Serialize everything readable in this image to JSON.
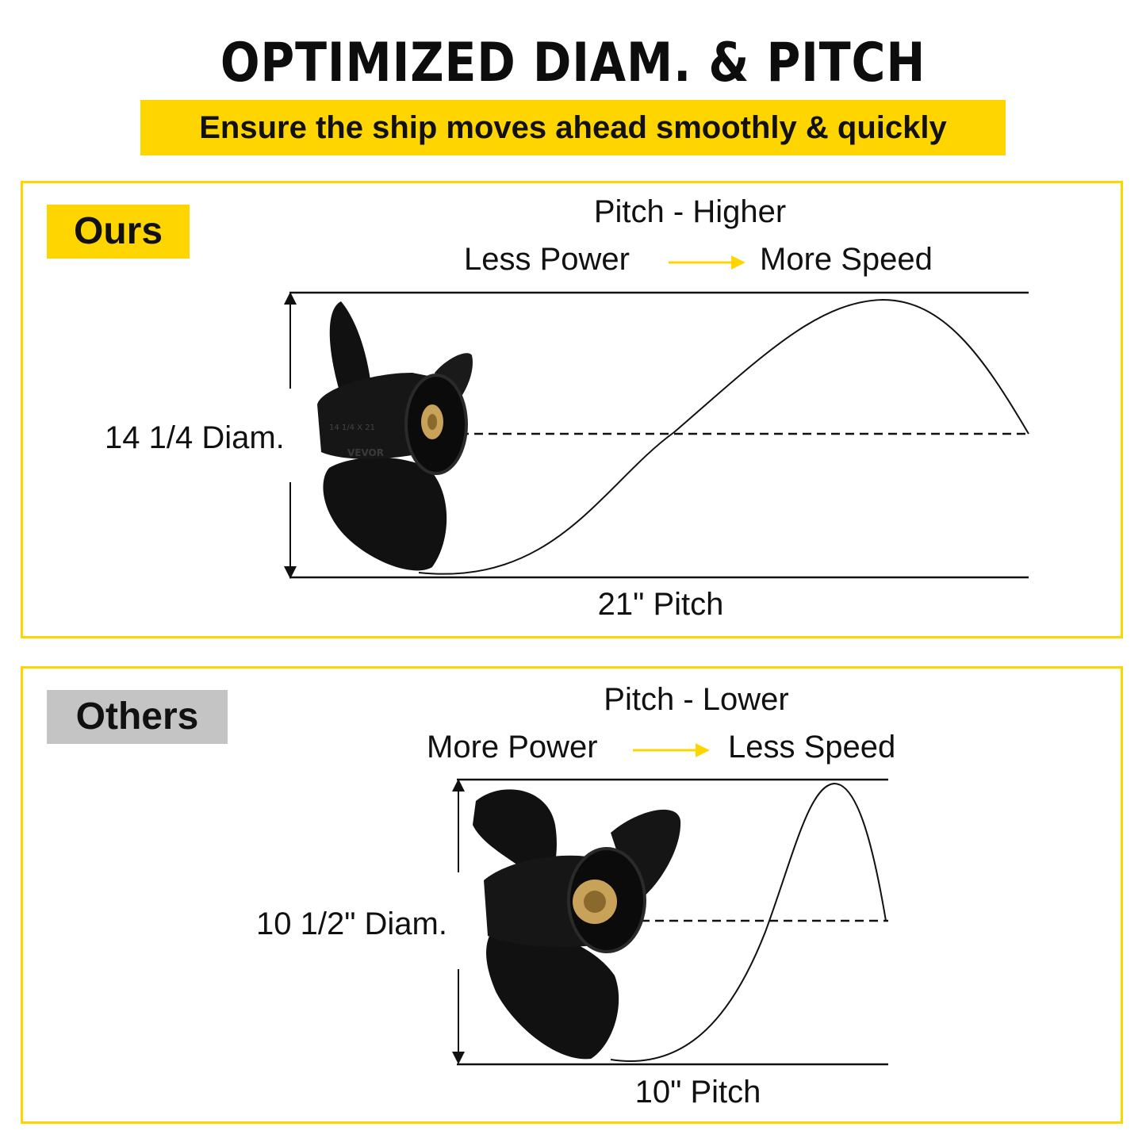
{
  "title": "OPTIMIZED DIAM. & PITCH",
  "subtitle": "Ensure the ship moves ahead smoothly & quickly",
  "colors": {
    "accent": "#ffd500",
    "others_tag": "#c4c4c4",
    "propeller": "#111111",
    "hub": "#c9a25a"
  },
  "ours": {
    "tag": "Ours",
    "heading": "Pitch - Higher",
    "from": "Less Power",
    "to": "More Speed",
    "diameter": "14 1/4 Diam.",
    "pitch": "21\" Pitch",
    "propeller_markings": [
      "14 1/4 X 21",
      "VEVOR"
    ]
  },
  "others": {
    "tag": "Others",
    "heading": "Pitch - Lower",
    "from": "More Power",
    "to": "Less Speed",
    "diameter": "10 1/2\" Diam.",
    "pitch": "10\" Pitch"
  }
}
